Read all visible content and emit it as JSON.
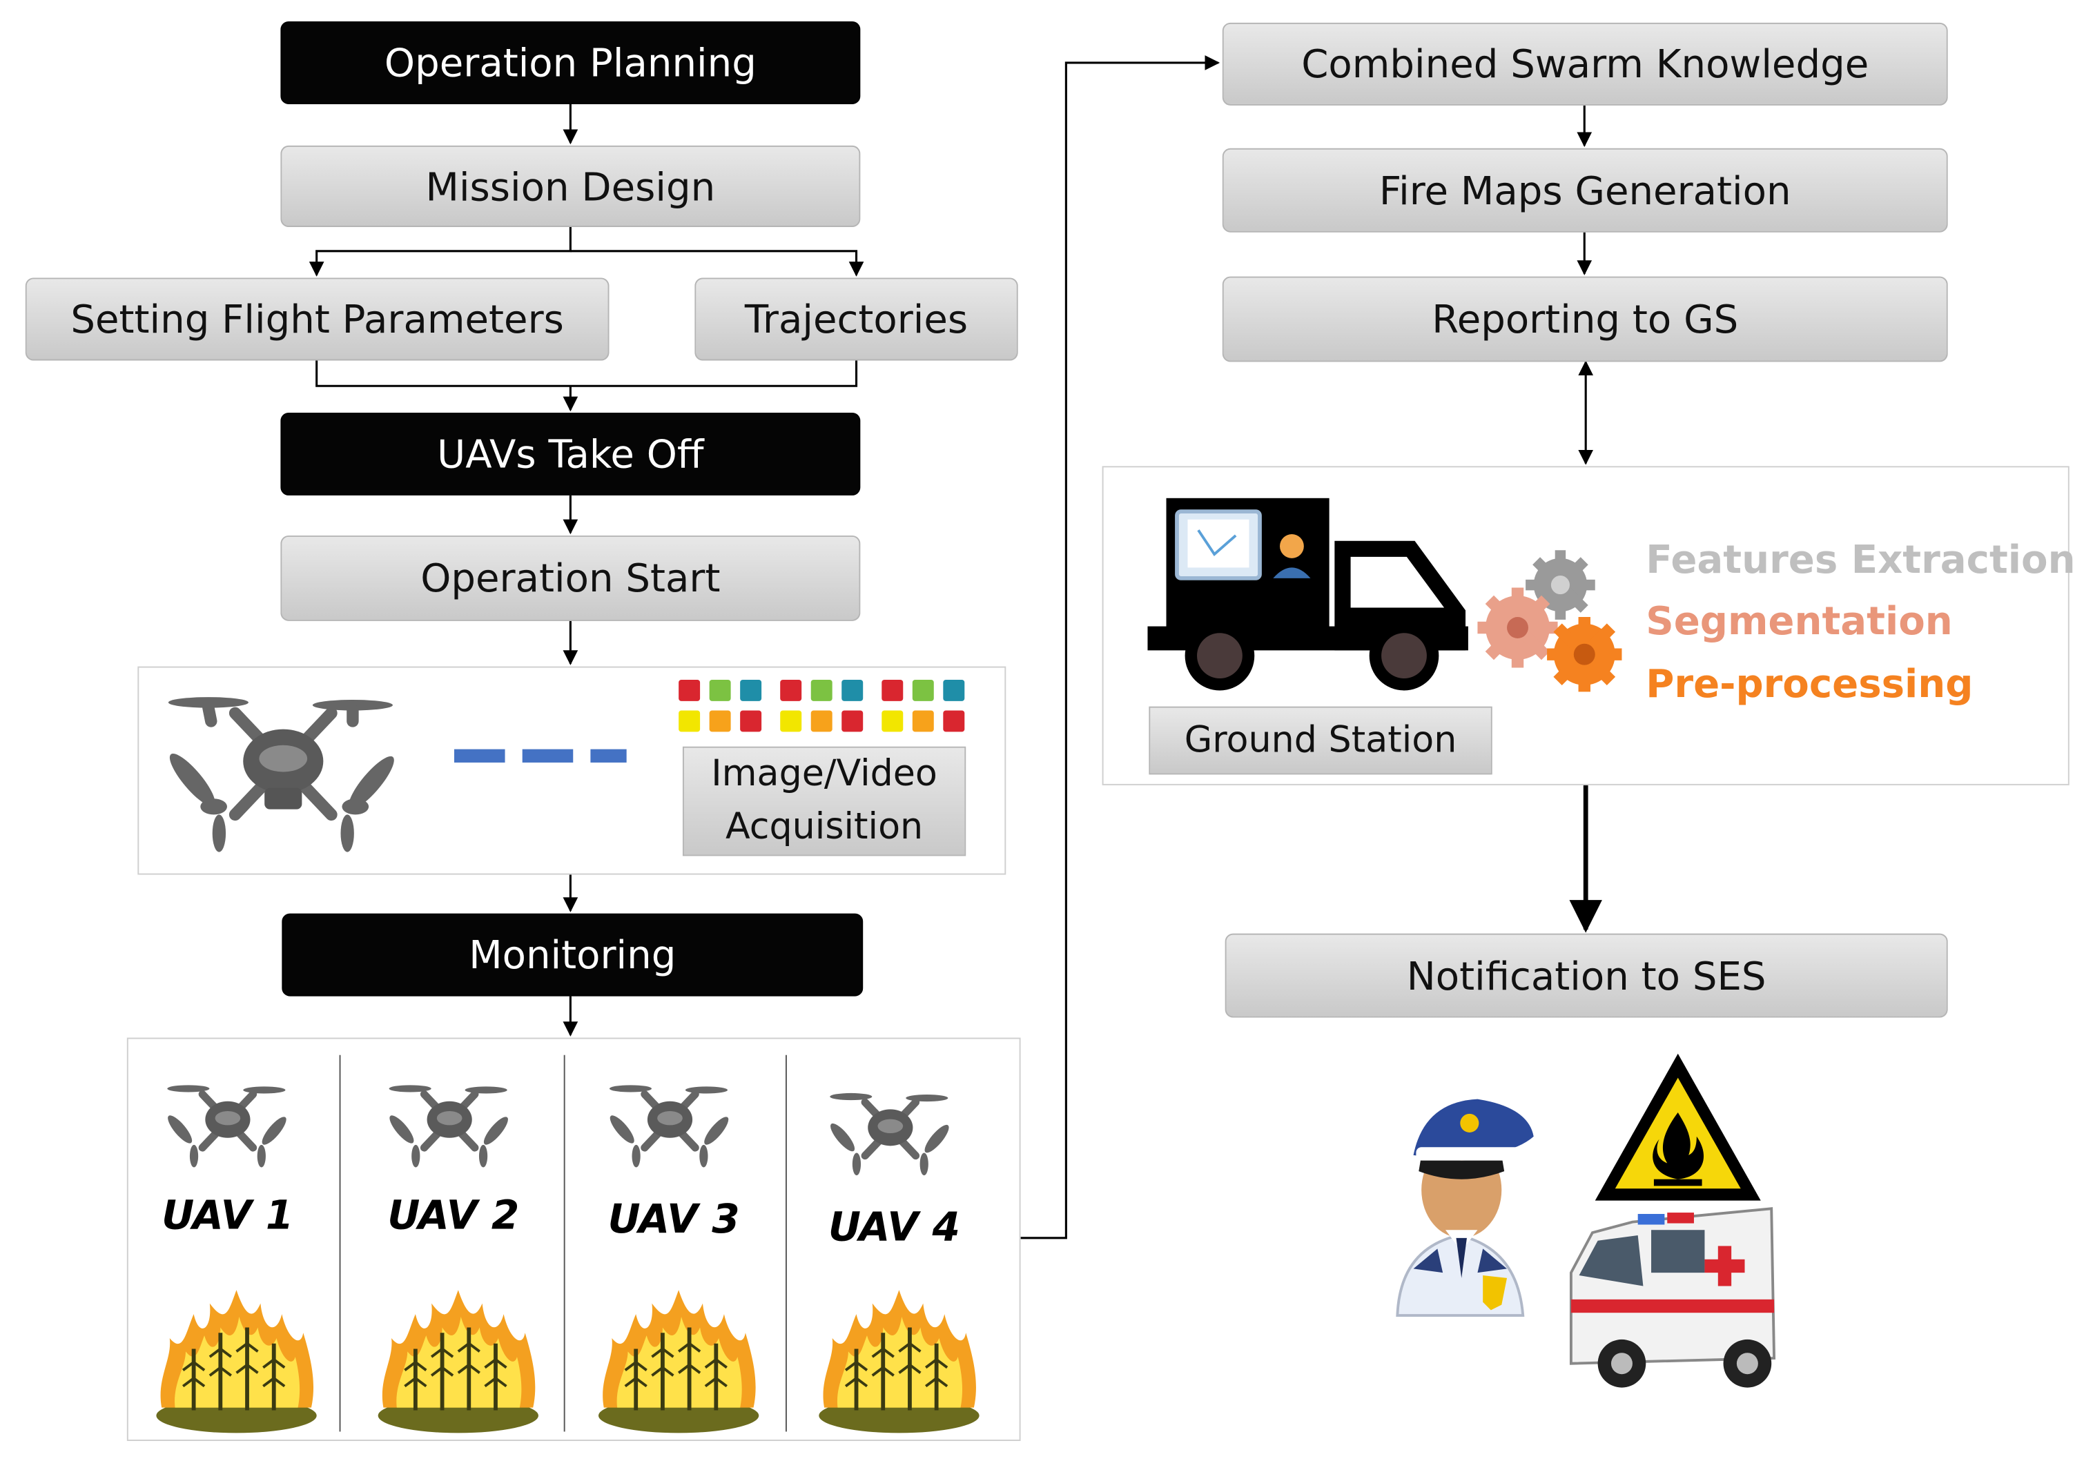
{
  "left_flow": {
    "operation_planning": "Operation Planning",
    "mission_design": "Mission Design",
    "setting_flight_parameters": "Setting Flight Parameters",
    "trajectories": "Trajectories",
    "uavs_take_off": "UAVs Take Off",
    "operation_start": "Operation Start",
    "acquisition": {
      "line1": "Image/Video",
      "line2": "Acquisition"
    },
    "monitoring": "Monitoring",
    "uavs": [
      "UAV 1",
      "UAV 2",
      "UAV 3",
      "UAV 4"
    ]
  },
  "right_flow": {
    "combined_swarm_knowledge": "Combined Swarm Knowledge",
    "fire_maps_generation": "Fire Maps Generation",
    "reporting_to_gs": "Reporting to GS",
    "ground_station": "Ground Station",
    "features_extraction": "Features Extraction",
    "segmentation": "Segmentation",
    "pre_processing": "Pre-processing",
    "notification_to_ses": "Notification to SES"
  },
  "colors": {
    "features_extraction": "#bfbfbf",
    "segmentation": "#e9967a",
    "pre_processing": "#f58220",
    "dash": "#4472c4"
  },
  "icons": [
    "drone-icon",
    "image-tiles-icon",
    "fire-forest-icon",
    "truck-icon",
    "gears-icon",
    "police-officer-icon",
    "fire-hazard-sign-icon",
    "ambulance-icon"
  ]
}
